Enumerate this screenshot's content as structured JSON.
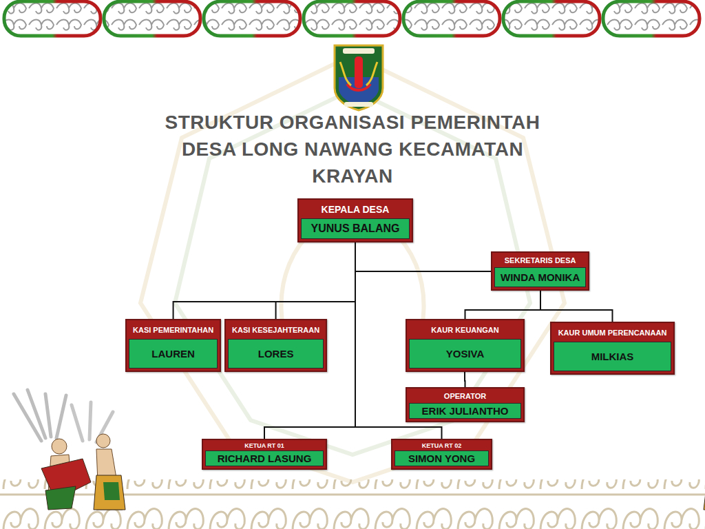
{
  "diagram": {
    "title": "STRUKTUR ORGANISASI PEMERINTAH DESA LONG NAWANG KECAMATAN KRAYAN",
    "nodes": [
      {
        "text": [
          "KEPALA DESA",
          "YUNUS BALANG"
        ]
      },
      {
        "text": [
          "SEKRETARIS DESA",
          "WINDA MONIKA"
        ]
      },
      {
        "text": [
          "KASI PEMERINTAHAN",
          "LAUREN"
        ]
      },
      {
        "text": [
          "KASI KESEJAHTERAAN",
          "LORES"
        ]
      },
      {
        "text": [
          "KAUR KEUANGAN",
          "YOSIVA"
        ]
      },
      {
        "text": [
          "KAUR UMUM PERENCANAAN",
          "MILKIAS"
        ]
      },
      {
        "text": [
          "OPERATOR",
          "ERIK JULIANTHO"
        ]
      },
      {
        "text": [
          "KETUA RT 01",
          "RICHARD LASUNG"
        ]
      },
      {
        "text": [
          "KETUA RT 02",
          "SIMON YONG"
        ]
      }
    ],
    "edges": [
      {
        "from": 0,
        "to": 1,
        "arrow": "none"
      },
      {
        "from": 0,
        "to": 2,
        "arrow": "none"
      },
      {
        "from": 0,
        "to": 3,
        "arrow": "none"
      },
      {
        "from": 0,
        "to": 7,
        "arrow": "none"
      },
      {
        "from": 0,
        "to": 8,
        "arrow": "none"
      },
      {
        "from": 1,
        "to": 4,
        "arrow": "none"
      },
      {
        "from": 1,
        "to": 5,
        "arrow": "none"
      },
      {
        "from": 4,
        "to": 6,
        "arrow": "none"
      }
    ]
  }
}
